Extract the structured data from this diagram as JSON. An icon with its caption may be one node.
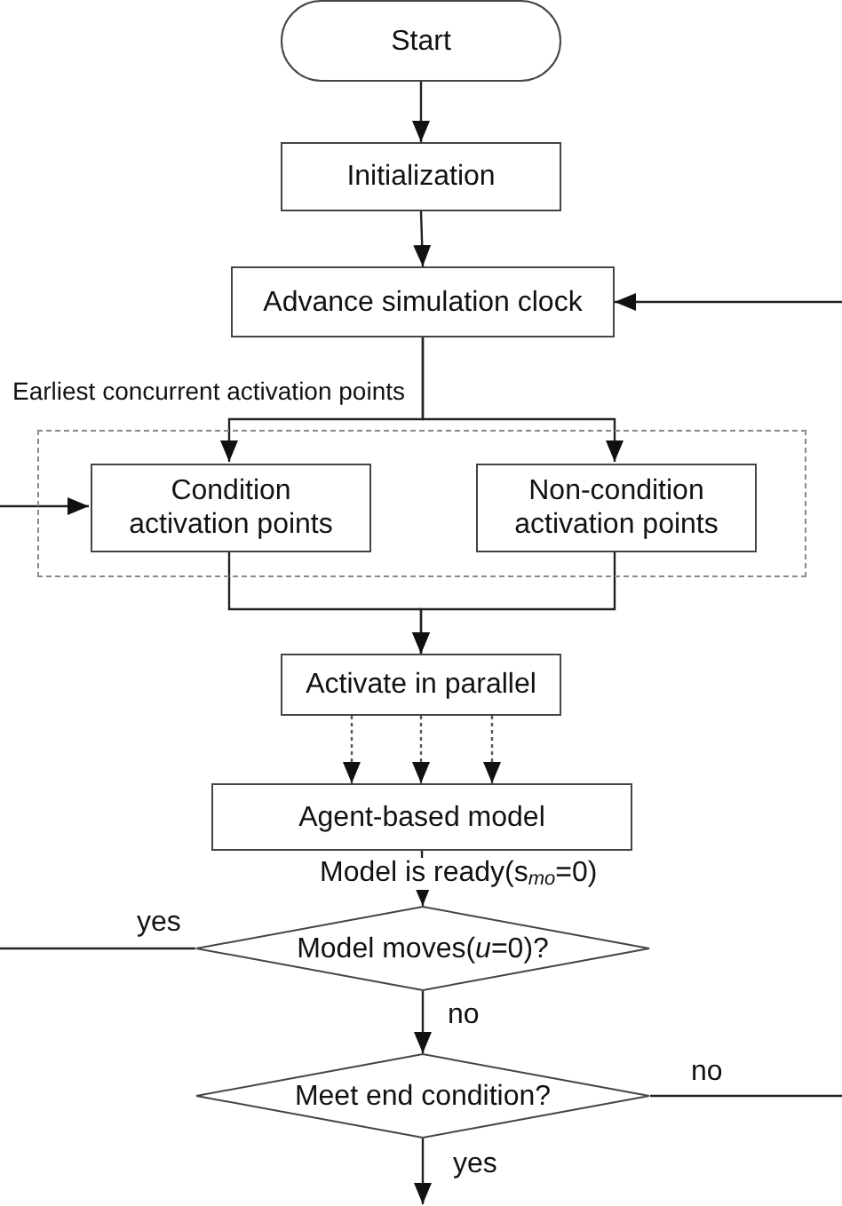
{
  "diagram": {
    "nodes": [
      {
        "text": [
          "Start"
        ]
      },
      {
        "text": [
          "Initialization"
        ]
      },
      {
        "text": [
          "Advance simulation clock"
        ]
      },
      {
        "text": [
          "Earliest concurrent activation points"
        ]
      },
      {
        "text": [
          "Condition activation points"
        ],
        "in": 3
      },
      {
        "text": [
          "Non-condition activation points"
        ],
        "in": 3
      },
      {
        "text": [
          "Activate in parallel"
        ]
      },
      {
        "text": [
          "Agent-based model"
        ]
      },
      {
        "text": [
          "Model moves(*u*=0)?"
        ]
      },
      {
        "text": [
          "Meet end condition?"
        ]
      }
    ],
    "edges": [
      {
        "from": 0,
        "to": 1,
        "arrow": "to"
      },
      {
        "from": 1,
        "to": 2,
        "arrow": "to"
      },
      {
        "from": null,
        "to": 2,
        "arrow": "to"
      },
      {
        "from": 2,
        "to": 4,
        "arrow": "to"
      },
      {
        "from": 2,
        "to": 5,
        "arrow": "to"
      },
      {
        "from": null,
        "to": 4,
        "arrow": "to"
      },
      {
        "from": 4,
        "to": 6,
        "arrow": "to"
      },
      {
        "from": 5,
        "to": 6,
        "arrow": "to"
      },
      {
        "from": 6,
        "to": 7,
        "arrow": "to",
        "style": "dashed"
      },
      {
        "from": 6,
        "to": 7,
        "arrow": "to",
        "style": "dashed"
      },
      {
        "from": 6,
        "to": 7,
        "arrow": "to",
        "style": "dashed"
      },
      {
        "from": 7,
        "to": 8,
        "arrow": "to",
        "label": "Model is ready(s$_{mo}$=0)"
      },
      {
        "from": 8,
        "to": null,
        "arrow": "none",
        "label": "yes"
      },
      {
        "from": 8,
        "to": 9,
        "arrow": "to",
        "label": "no"
      },
      {
        "from": 9,
        "to": null,
        "arrow": "none",
        "label": "no"
      },
      {
        "from": 9,
        "to": null,
        "arrow": "to",
        "label": "yes"
      }
    ]
  }
}
